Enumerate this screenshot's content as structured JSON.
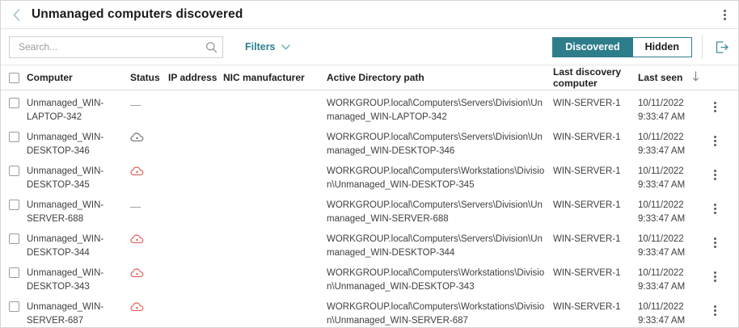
{
  "header": {
    "back_icon": "chevron-left-icon",
    "title": "Unmanaged computers discovered",
    "overflow_icon": "kebab-menu-icon"
  },
  "toolbar": {
    "search": {
      "value": "",
      "placeholder": "Search...",
      "icon": "search-icon"
    },
    "filters": {
      "label": "Filters",
      "icon": "chevron-down-icon"
    },
    "segmented": {
      "options": [
        "Discovered",
        "Hidden"
      ],
      "selected": "Discovered"
    },
    "export": {
      "icon": "export-icon",
      "accent": "#2e7d8b"
    }
  },
  "colors": {
    "accent": "#2e7d8b",
    "link": "#2a7f8e",
    "status_red": "#e05a57",
    "status_gray": "#6e6e6e",
    "border": "#dcdcdc"
  },
  "table": {
    "select_all_checkbox": false,
    "columns": [
      {
        "key": "computer",
        "label": "Computer"
      },
      {
        "key": "status",
        "label": "Status"
      },
      {
        "key": "ip",
        "label": "IP address"
      },
      {
        "key": "nic",
        "label": "NIC manufacturer"
      },
      {
        "key": "ad",
        "label": "Active Directory path"
      },
      {
        "key": "discovery",
        "label": "Last discovery computer"
      },
      {
        "key": "seen",
        "label": "Last seen"
      }
    ],
    "sort": {
      "column": "Last seen",
      "direction": "desc",
      "icon": "arrow-down-icon"
    },
    "rows": [
      {
        "computer": "Unmanaged_WIN-LAPTOP-342",
        "status_icon": "dash",
        "status_color": "#a2a2a2",
        "ip": "",
        "nic": "",
        "ad": "WORKGROUP.local\\Computers\\Servers\\Division\\Unmanaged_WIN-LAPTOP-342",
        "discovery": "WIN-SERVER-1",
        "seen_date": "10/11/2022",
        "seen_time": "9:33:47 AM"
      },
      {
        "computer": "Unmanaged_WIN-DESKTOP-346",
        "status_icon": "cloud-upload-icon",
        "status_color": "#6e6e6e",
        "ip": "",
        "nic": "",
        "ad": "WORKGROUP.local\\Computers\\Servers\\Division\\Unmanaged_WIN-DESKTOP-346",
        "discovery": "WIN-SERVER-1",
        "seen_date": "10/11/2022",
        "seen_time": "9:33:47 AM"
      },
      {
        "computer": "Unmanaged_WIN-DESKTOP-345",
        "status_icon": "cloud-upload-icon",
        "status_color": "#e05a57",
        "ip": "",
        "nic": "",
        "ad": "WORKGROUP.local\\Computers\\Workstations\\Division\\Unmanaged_WIN-DESKTOP-345",
        "discovery": "WIN-SERVER-1",
        "seen_date": "10/11/2022",
        "seen_time": "9:33:47 AM"
      },
      {
        "computer": "Unmanaged_WIN-SERVER-688",
        "status_icon": "dash",
        "status_color": "#a2a2a2",
        "ip": "",
        "nic": "",
        "ad": "WORKGROUP.local\\Computers\\Servers\\Division\\Unmanaged_WIN-SERVER-688",
        "discovery": "WIN-SERVER-1",
        "seen_date": "10/11/2022",
        "seen_time": "9:33:47 AM"
      },
      {
        "computer": "Unmanaged_WIN-DESKTOP-344",
        "status_icon": "cloud-upload-icon",
        "status_color": "#e05a57",
        "ip": "",
        "nic": "",
        "ad": "WORKGROUP.local\\Computers\\Servers\\Division\\Unmanaged_WIN-DESKTOP-344",
        "discovery": "WIN-SERVER-1",
        "seen_date": "10/11/2022",
        "seen_time": "9:33:47 AM"
      },
      {
        "computer": "Unmanaged_WIN-DESKTOP-343",
        "status_icon": "cloud-upload-icon",
        "status_color": "#e05a57",
        "ip": "",
        "nic": "",
        "ad": "WORKGROUP.local\\Computers\\Workstations\\Division\\Unmanaged_WIN-DESKTOP-343",
        "discovery": "WIN-SERVER-1",
        "seen_date": "10/11/2022",
        "seen_time": "9:33:47 AM"
      },
      {
        "computer": "Unmanaged_WIN-SERVER-687",
        "status_icon": "cloud-upload-icon",
        "status_color": "#e05a57",
        "ip": "",
        "nic": "",
        "ad": "WORKGROUP.local\\Computers\\Workstations\\Division\\Unmanaged_WIN-SERVER-687",
        "discovery": "WIN-SERVER-1",
        "seen_date": "10/11/2022",
        "seen_time": "9:33:47 AM"
      }
    ]
  }
}
